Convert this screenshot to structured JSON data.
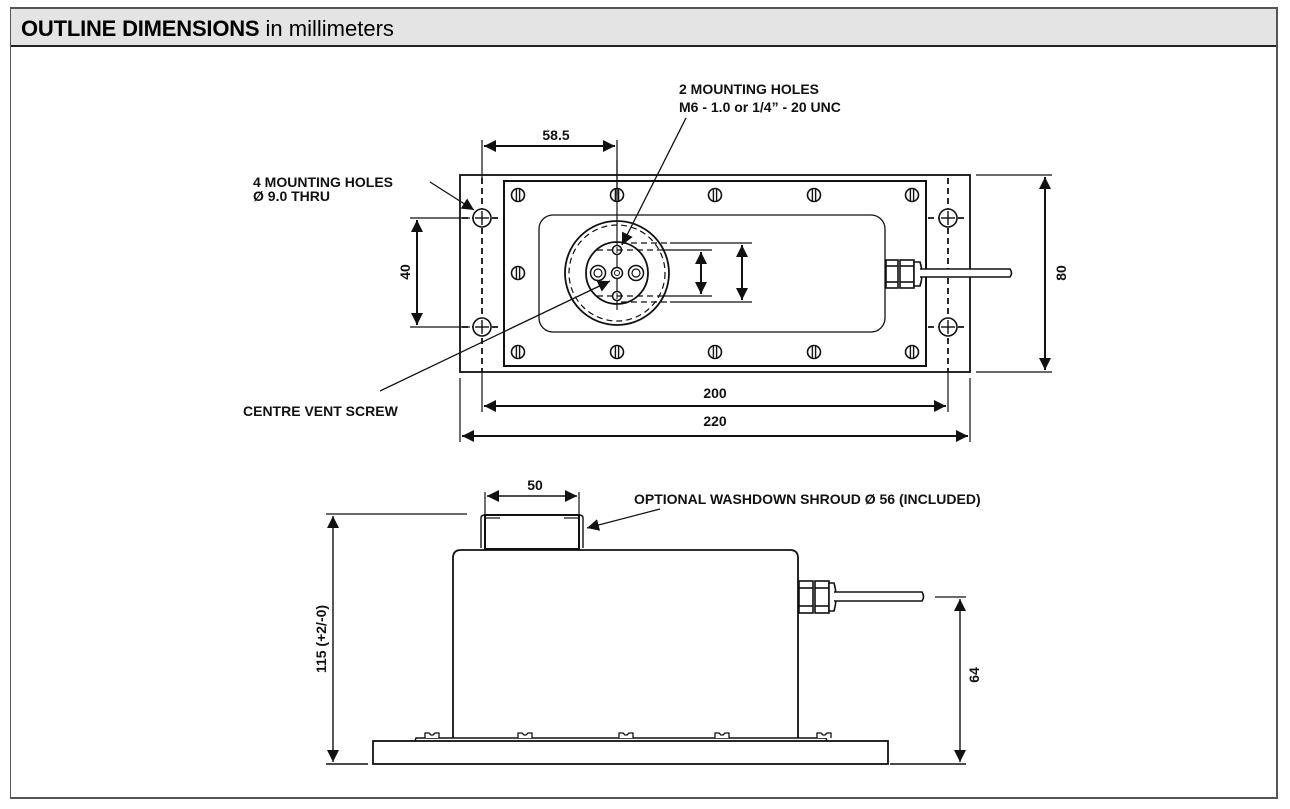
{
  "header": {
    "title_bold": "OUTLINE DIMENSIONS",
    "title_regular": "in millimeters"
  },
  "top_view": {
    "callouts": {
      "mounting_holes_4_line1": "4 MOUNTING HOLES",
      "mounting_holes_4_line2": "Ø 9.0 THRU",
      "mounting_holes_2_line1": "2 MOUNTING HOLES",
      "mounting_holes_2_line2": "M6 - 1.0 or 1/4” - 20 UNC",
      "centre_vent_screw": "CENTRE VENT SCREW"
    },
    "dimensions": {
      "offset_to_center": "58.5",
      "hole_spacing_vertical": "40",
      "height": "80",
      "hole_spacing_horizontal": "200",
      "overall_length": "220"
    }
  },
  "side_view": {
    "callouts": {
      "washdown_shroud": "OPTIONAL WASHDOWN SHROUD Ø 56 (INCLUDED)"
    },
    "dimensions": {
      "shroud_width": "50",
      "overall_height": "115 (+2/-0)",
      "cable_height": "64"
    }
  },
  "colors": {
    "line": "#111111",
    "header_bg": "#e4e4e4",
    "frame": "#555555"
  }
}
